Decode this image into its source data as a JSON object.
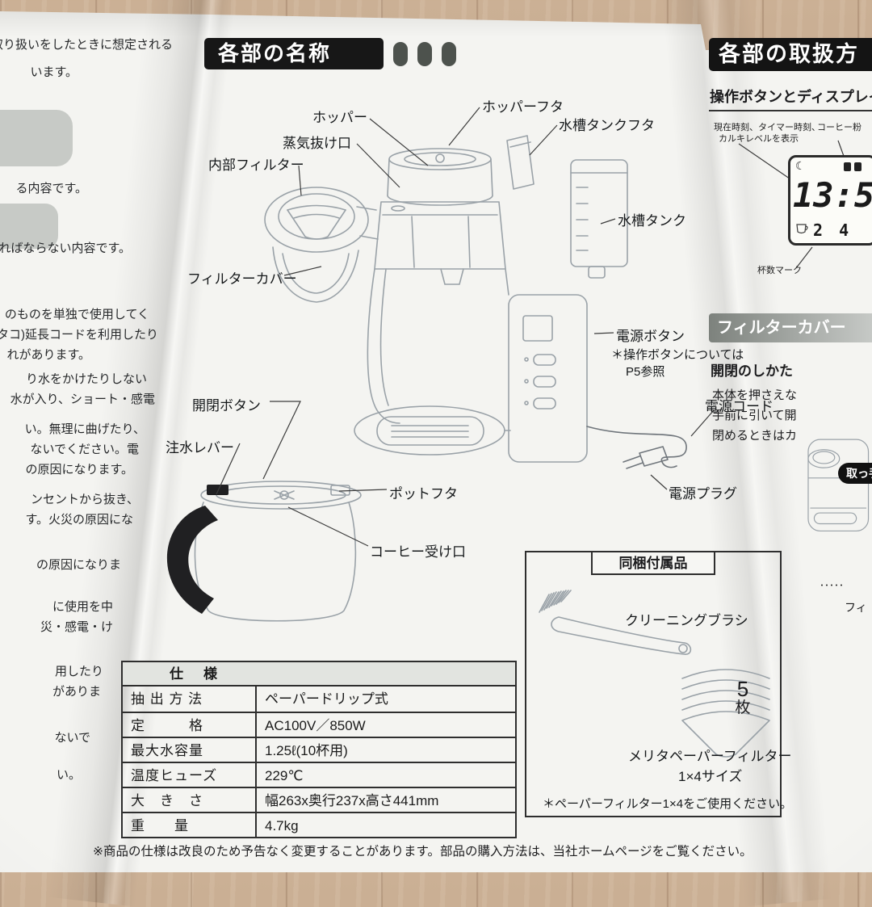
{
  "left_page": {
    "lines": [
      "取り扱いをしたときに想定される",
      "います。",
      "る内容です。",
      "ればならない内容です。",
      "のものを単独で使用してく",
      "(タコ)延長コードを利用したり",
      "れがあります。",
      "り水をかけたりしない",
      "水が入り、ショート・感電",
      "い。無理に曲げたり、",
      "ないでください。電",
      "の原因になります。",
      "ンセントから抜き、",
      "す。火災の原因にな",
      "の原因になりま",
      "に使用を中",
      "災・感電・け",
      "用したり",
      "がありま",
      "ないで",
      "い。"
    ]
  },
  "main_page": {
    "banner": "各部の名称",
    "labels": {
      "hopper": "ホッパー",
      "hopper_lid": "ホッパーフタ",
      "tank_lid": "水槽タンクフタ",
      "steam_vent": "蒸気抜け口",
      "inner_filter": "内部フィルター",
      "water_tank": "水槽タンク",
      "filter_cover": "フィルターカバー",
      "power_button": "電源ボタン",
      "power_button_note1": "＊操作ボタンについては",
      "power_button_note2": "P5参照",
      "power_cord": "電源コード",
      "open_close_button": "開閉ボタン",
      "pour_lever": "注水レバー",
      "pot_lid": "ポットフタ",
      "coffee_inlet": "コーヒー受け口",
      "power_plug": "電源プラグ"
    },
    "spec_table": {
      "header": "仕　様",
      "rows": [
        {
          "label": "抽 出 方 法",
          "value": "ペーパードリップ式"
        },
        {
          "label": "定　　　格",
          "value": "AC100V／850W"
        },
        {
          "label": "最大水容量",
          "value": "1.25ℓ(10杯用)"
        },
        {
          "label": "温度ヒューズ",
          "value": "229℃"
        },
        {
          "label": "大　き　さ",
          "value": "幅263x奥行237x高さ441mm"
        },
        {
          "label": "重　　量",
          "value": "4.7kg"
        }
      ]
    },
    "accessories": {
      "title": "同梱付属品",
      "brush_label": "クリーニングブラシ",
      "sheet_count": "5",
      "sheet_unit": "枚",
      "filter_line1": "メリタペーパーフィルター",
      "filter_line2": "1×4サイズ",
      "note": "＊ペーパーフィルター1×4をご使用ください。"
    },
    "footnote": "※商品の仕様は改良のため予告なく変更することがあります。部品の購入方法は、当社ホームページをご覧ください。"
  },
  "right_page": {
    "banner": "各部の取扱方",
    "section1_title": "操作ボタンとディスプレイ",
    "note1": "現在時刻、タイマー時刻、",
    "note2": "カルキレベルを表示",
    "note3": "コーヒー粉",
    "lcd_time": "13:5",
    "lcd_cups": "2 4",
    "cup_mark": "杯数マーク",
    "section2_title": "フィルターカバー",
    "howto": "開閉のしかた",
    "lines": [
      "本体を押さえな",
      "手前に引いて開",
      "閉めるときはカ"
    ],
    "handle": "取っ手",
    "dots": "･････",
    "frag": "フィ"
  }
}
